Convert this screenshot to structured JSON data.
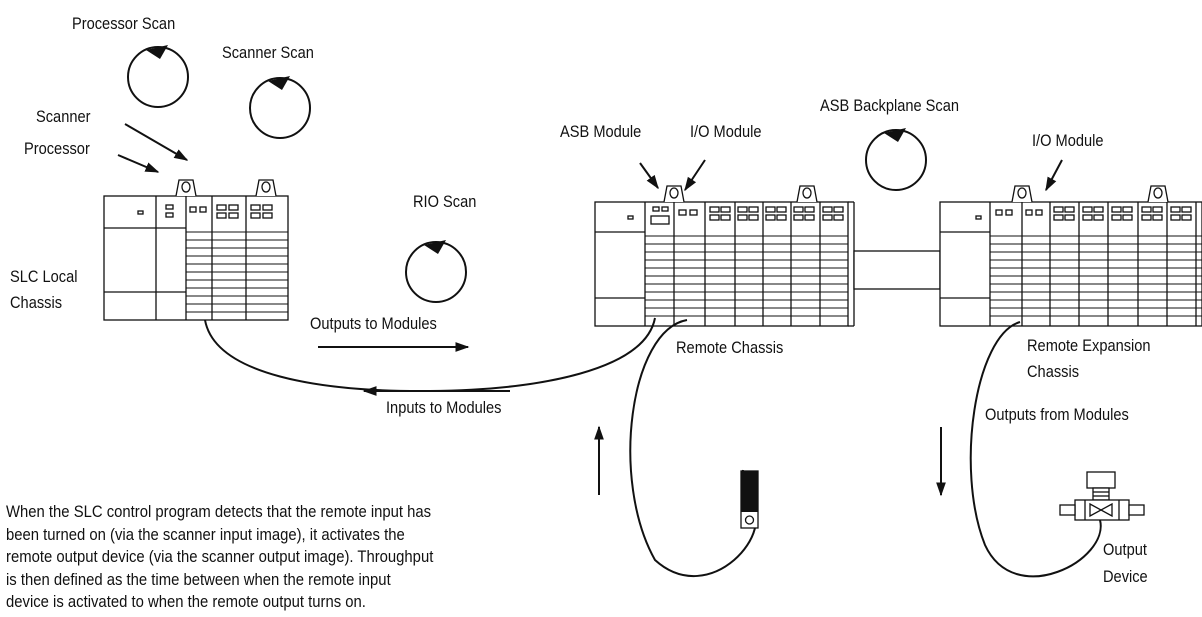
{
  "labels": {
    "processor_scan": "Processor Scan",
    "scanner_scan": "Scanner Scan",
    "scanner": "Scanner",
    "processor": "Processor",
    "slc_local_chassis_line1": "SLC Local",
    "slc_local_chassis_line2": "Chassis",
    "rio_scan": "RIO Scan",
    "outputs_to_modules": "Outputs to Modules",
    "inputs_to_modules": "Inputs to Modules",
    "asb_module": "ASB Module",
    "io_module_remote": "I/O Module",
    "asb_backplane_scan": "ASB Backplane Scan",
    "io_module_expansion": "I/O Module",
    "remote_chassis": "Remote Chassis",
    "remote_expansion_line1": "Remote Expansion",
    "remote_expansion_line2": "Chassis",
    "outputs_from_modules": "Outputs from Modules",
    "output_device_line1": "Output",
    "output_device_line2": "Device"
  },
  "description_lines": [
    "When the SLC control program detects that the remote input has",
    "been turned on (via the scanner input image), it activates the",
    "remote output device (via the scanner output image). Throughput",
    "is then defined as the time between when the remote input",
    "device is activated to when the remote output turns on."
  ]
}
